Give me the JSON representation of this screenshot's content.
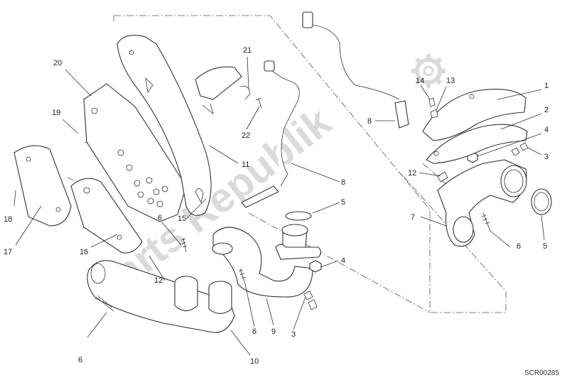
{
  "reference_code": "SCR00285",
  "watermark_text": "Parts Republik",
  "watermark_icon": "gear-icon",
  "callouts": {
    "c1": "1",
    "c2": "2",
    "c3a": "3",
    "c3b": "3",
    "c4a": "4",
    "c4b": "4",
    "c5a": "5",
    "c5b": "5",
    "c6a": "6",
    "c6b": "6",
    "c6c": "6",
    "c6d": "6",
    "c7": "7",
    "c8a": "8",
    "c8b": "8",
    "c9": "9",
    "c10": "10",
    "c11": "11",
    "c12a": "12",
    "c12b": "12",
    "c13": "13",
    "c14": "14",
    "c15": "15",
    "c16": "16",
    "c17": "17",
    "c18": "18",
    "c19": "19",
    "c20": "20",
    "c21": "21",
    "c22": "22"
  }
}
